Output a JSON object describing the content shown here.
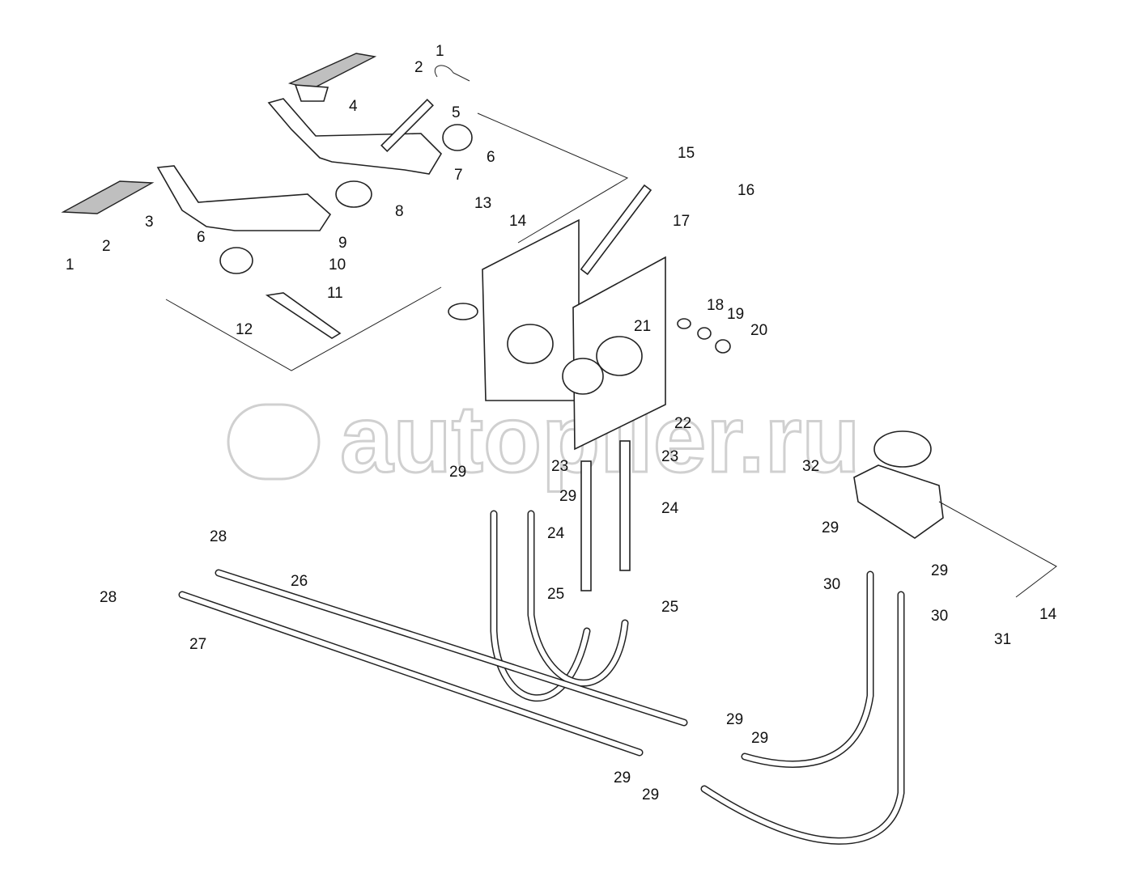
{
  "diagram": {
    "watermark": "autopiler.ru",
    "callouts": [
      "1",
      "2",
      "4",
      "5",
      "6",
      "7",
      "8",
      "3",
      "2",
      "1",
      "9",
      "6",
      "10",
      "11",
      "12",
      "13",
      "14",
      "15",
      "16",
      "17",
      "18",
      "19",
      "20",
      "21",
      "22",
      "23",
      "23",
      "29",
      "29",
      "24",
      "24",
      "32",
      "29",
      "29",
      "30",
      "30",
      "14",
      "31",
      "28",
      "26",
      "28",
      "27",
      "25",
      "25",
      "29",
      "29",
      "29",
      "29"
    ]
  }
}
